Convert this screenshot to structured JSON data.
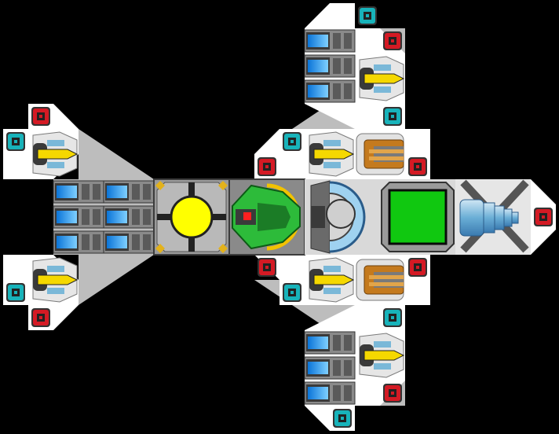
{
  "scene": {
    "kind": "spaceship-builder",
    "colors": {
      "background": "#000000",
      "hull": "#ffffff",
      "hull_shadow": "#c8c8c8",
      "connector": "#bdbdbd",
      "armor_red": "#d41a24",
      "armor_teal": "#18b3ba",
      "core_yellow": "#ffff00",
      "bay_green": "#10c810",
      "cockpit_green": "#2dbb3a",
      "thruster_blue": "#7ab8d8",
      "gun_gold": "#f5d800"
    },
    "parts": {
      "teal_armor": "teal-armor-block",
      "red_armor": "red-armor-block",
      "gun": "yellow-gun-turret",
      "cannon": "orange-cannon",
      "battery": "blue-battery-cell",
      "core": "reactor-core",
      "cockpit": "command-cockpit",
      "shield": "shield-generator",
      "cargo": "green-cargo-bay",
      "thruster": "thruster-engine"
    }
  }
}
